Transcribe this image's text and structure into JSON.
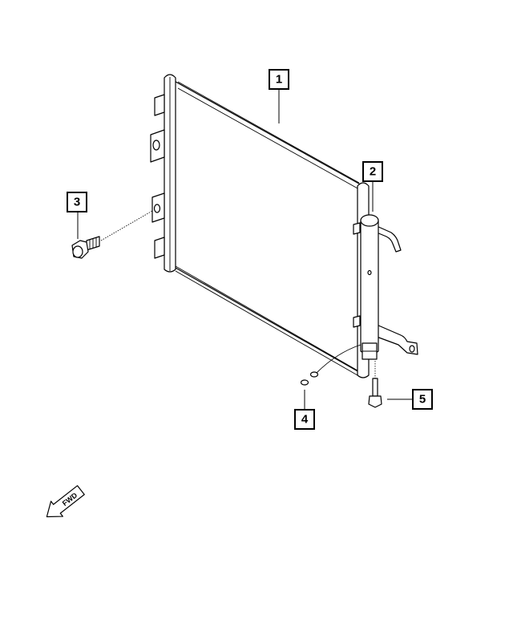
{
  "callouts": [
    {
      "id": "1",
      "label": "1"
    },
    {
      "id": "2",
      "label": "2"
    },
    {
      "id": "3",
      "label": "3"
    },
    {
      "id": "4",
      "label": "4"
    },
    {
      "id": "5",
      "label": "5"
    }
  ],
  "forward_arrow": {
    "label": "FWD"
  },
  "colors": {
    "line": "#000000",
    "background": "#ffffff"
  }
}
